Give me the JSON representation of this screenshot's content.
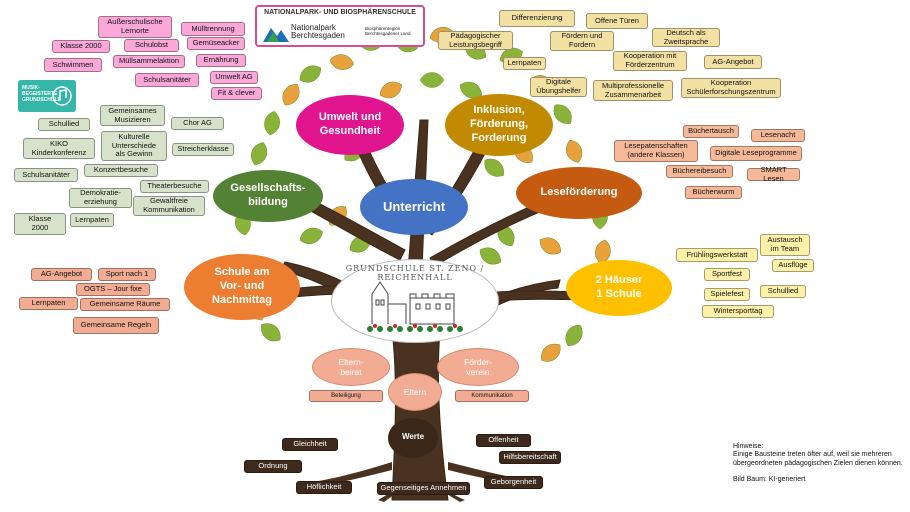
{
  "logos": {
    "nationalpark_title": "NATIONALPARK- UND BIOSPHÄRENSCHULE",
    "nationalpark_name": "Nationalpark\nBerchtesgaden",
    "biosphere_region": "Biosphärenregion\nBerchtesgadener Land",
    "music_badge": "MUSIK-\nBEGEISTERTE\nGRUNDSCHULE",
    "school_name": "GRUNDSCHULE ST. ZENO / REICHENHALL"
  },
  "main_branches": {
    "umwelt": "Umwelt und\nGesundheit",
    "inklusion": "Inklusion,\nFörderung,\nForderung",
    "gesellschaft": "Gesellschafts-\nbildung",
    "unterricht": "Unterricht",
    "lese": "Leseförderung",
    "schule": "Schule am\nVor- und\nNachmittag",
    "haeuser": "2 Häuser\n1 Schule"
  },
  "trunk": {
    "elternbeirat": "Eltern-\nbeirat",
    "foerderverein": "Förder-\nverein",
    "eltern": "Eltern",
    "beteiligung": "Beteiligung",
    "kommunikation": "Kommunikation",
    "werte": "Werte"
  },
  "umwelt_tags": [
    "Außerschulische\nLernorte",
    "Mülltrennung",
    "Klasse 2000",
    "Schulobst",
    "Gemüseacker",
    "Schwimmen",
    "Müllsammelaktion",
    "Ernährung",
    "Schulsanitäter",
    "Umwelt AG",
    "Fit & clever"
  ],
  "gesellschaft_tags": [
    "Gemeinsames\nMusizieren",
    "Schullied",
    "Chor AG",
    "KIKO\nKinderkonferenz",
    "Kulturelle\nUnterschiede\nals Gewinn",
    "Streicherklasse",
    "Schulsanitäter",
    "Konzertbesuche",
    "Theaterbesuche",
    "Demokratie-\nerziehung",
    "Gewaltfreie\nKommunikation",
    "Klasse\n2000",
    "Lernpaten"
  ],
  "inklusion_tags": [
    "Differenzierung",
    "Offene Türen",
    "Pädagogischer\nLeistungsbegriff",
    "Fördern und\nFordern",
    "Deutsch als\nZweitsprache",
    "Lernpaten",
    "Kooperation mit\nFörderzentrum",
    "AG-Angebot",
    "Digitale\nÜbungshelfer",
    "Multiprofessionelle\nZusammenarbeit",
    "Kooperation\nSchülerforschungszentrum"
  ],
  "lese_tags": [
    "Büchertausch",
    "Lesenacht",
    "Lesepatenschaften\n(andere Klassen)",
    "Digitale Leseprogramme",
    "Büchereibesuch",
    "SMART Lesen",
    "Bücherwurm"
  ],
  "haeuser_tags": [
    "Austausch\nim Team",
    "Frühlingswerkstatt",
    "Ausflüge",
    "Sportfest",
    "Spielefest",
    "Schullied",
    "Wintersporttag"
  ],
  "schule_tags": [
    "AG-Angebot",
    "Sport nach 1",
    "OGTS – Jour fixe",
    "Lernpaten",
    "Gemeinsame Räume",
    "Gemeinsame Regeln"
  ],
  "werte_tags": [
    "Gleichheit",
    "Offenheit",
    "Ordnung",
    "Hilfsbereitschaft",
    "Höflichkeit",
    "Gegenseitiges Annehmen",
    "Geborgenheit"
  ],
  "note": {
    "heading": "Hinweise:",
    "body": "Einige Bausteine treten öfter auf, weil sie mehreren übergeordneten pädagogischen Zielen dienen können.",
    "credit": "Bild Baum: KI-generiert"
  },
  "colors": {
    "umwelt": "#e0148d",
    "inklusion": "#c28a00",
    "gesellschaft": "#548235",
    "unterricht": "#4472c4",
    "lese": "#c55a11",
    "schule": "#ed7d31",
    "haeuser": "#ffc000",
    "trunk": "#4a3220",
    "leaf_green": "#8ab33a",
    "leaf_orange": "#e9a23b"
  }
}
